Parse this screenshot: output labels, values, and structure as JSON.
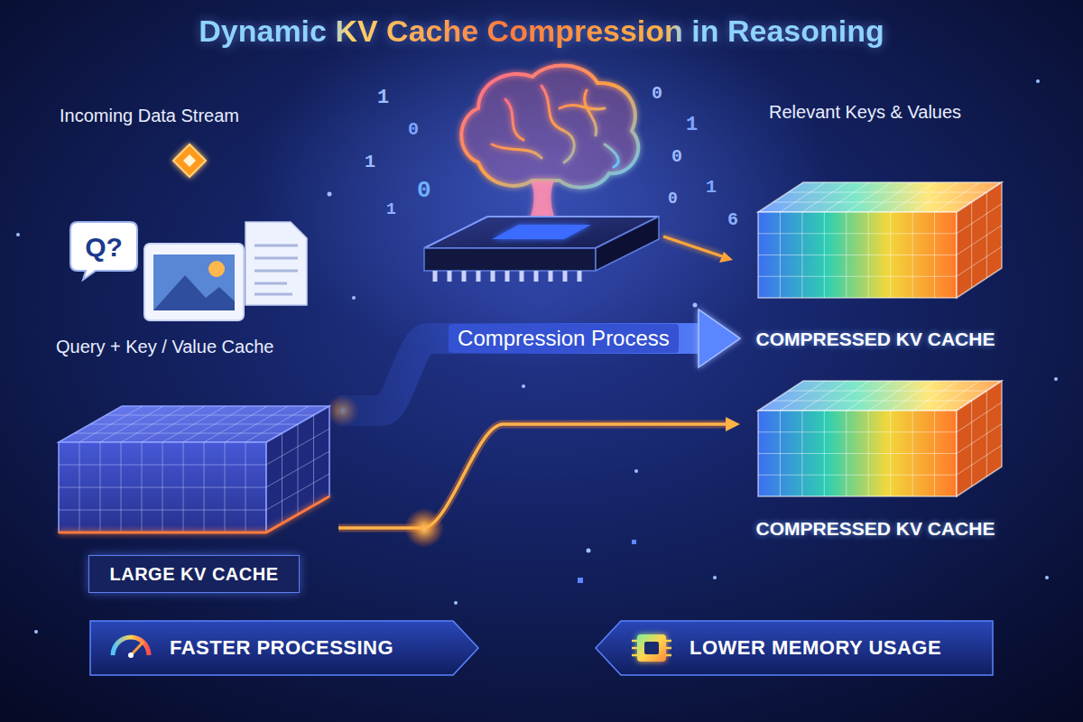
{
  "diagram": {
    "title": "Dynamic KV Cache Compression in Reasoning",
    "nodes": [
      {
        "text": [
          "Q?"
        ]
      },
      {
        "text": [
          "LARGE KV CACHE"
        ]
      },
      {
        "text": [
          "COMPRESSED KV CACHE"
        ]
      },
      {
        "text": [
          "COMPRESSED KV CACHE"
        ]
      },
      {
        "text": [
          "FASTER PROCESSING"
        ]
      },
      {
        "text": [
          "LOWER MEMORY USAGE"
        ]
      }
    ],
    "edges": [
      {
        "from": 1,
        "to": 2,
        "arrow": "to",
        "label": "Compression Process"
      },
      {
        "from": 1,
        "to": 3,
        "arrow": "to"
      }
    ],
    "labels": [
      "Incoming Data Stream",
      "Query + Key / Value Cache",
      "Relevant Keys & Values",
      "1",
      "0",
      "1",
      "0",
      "1",
      "0",
      "1",
      "0",
      "1",
      "0",
      "6"
    ]
  }
}
